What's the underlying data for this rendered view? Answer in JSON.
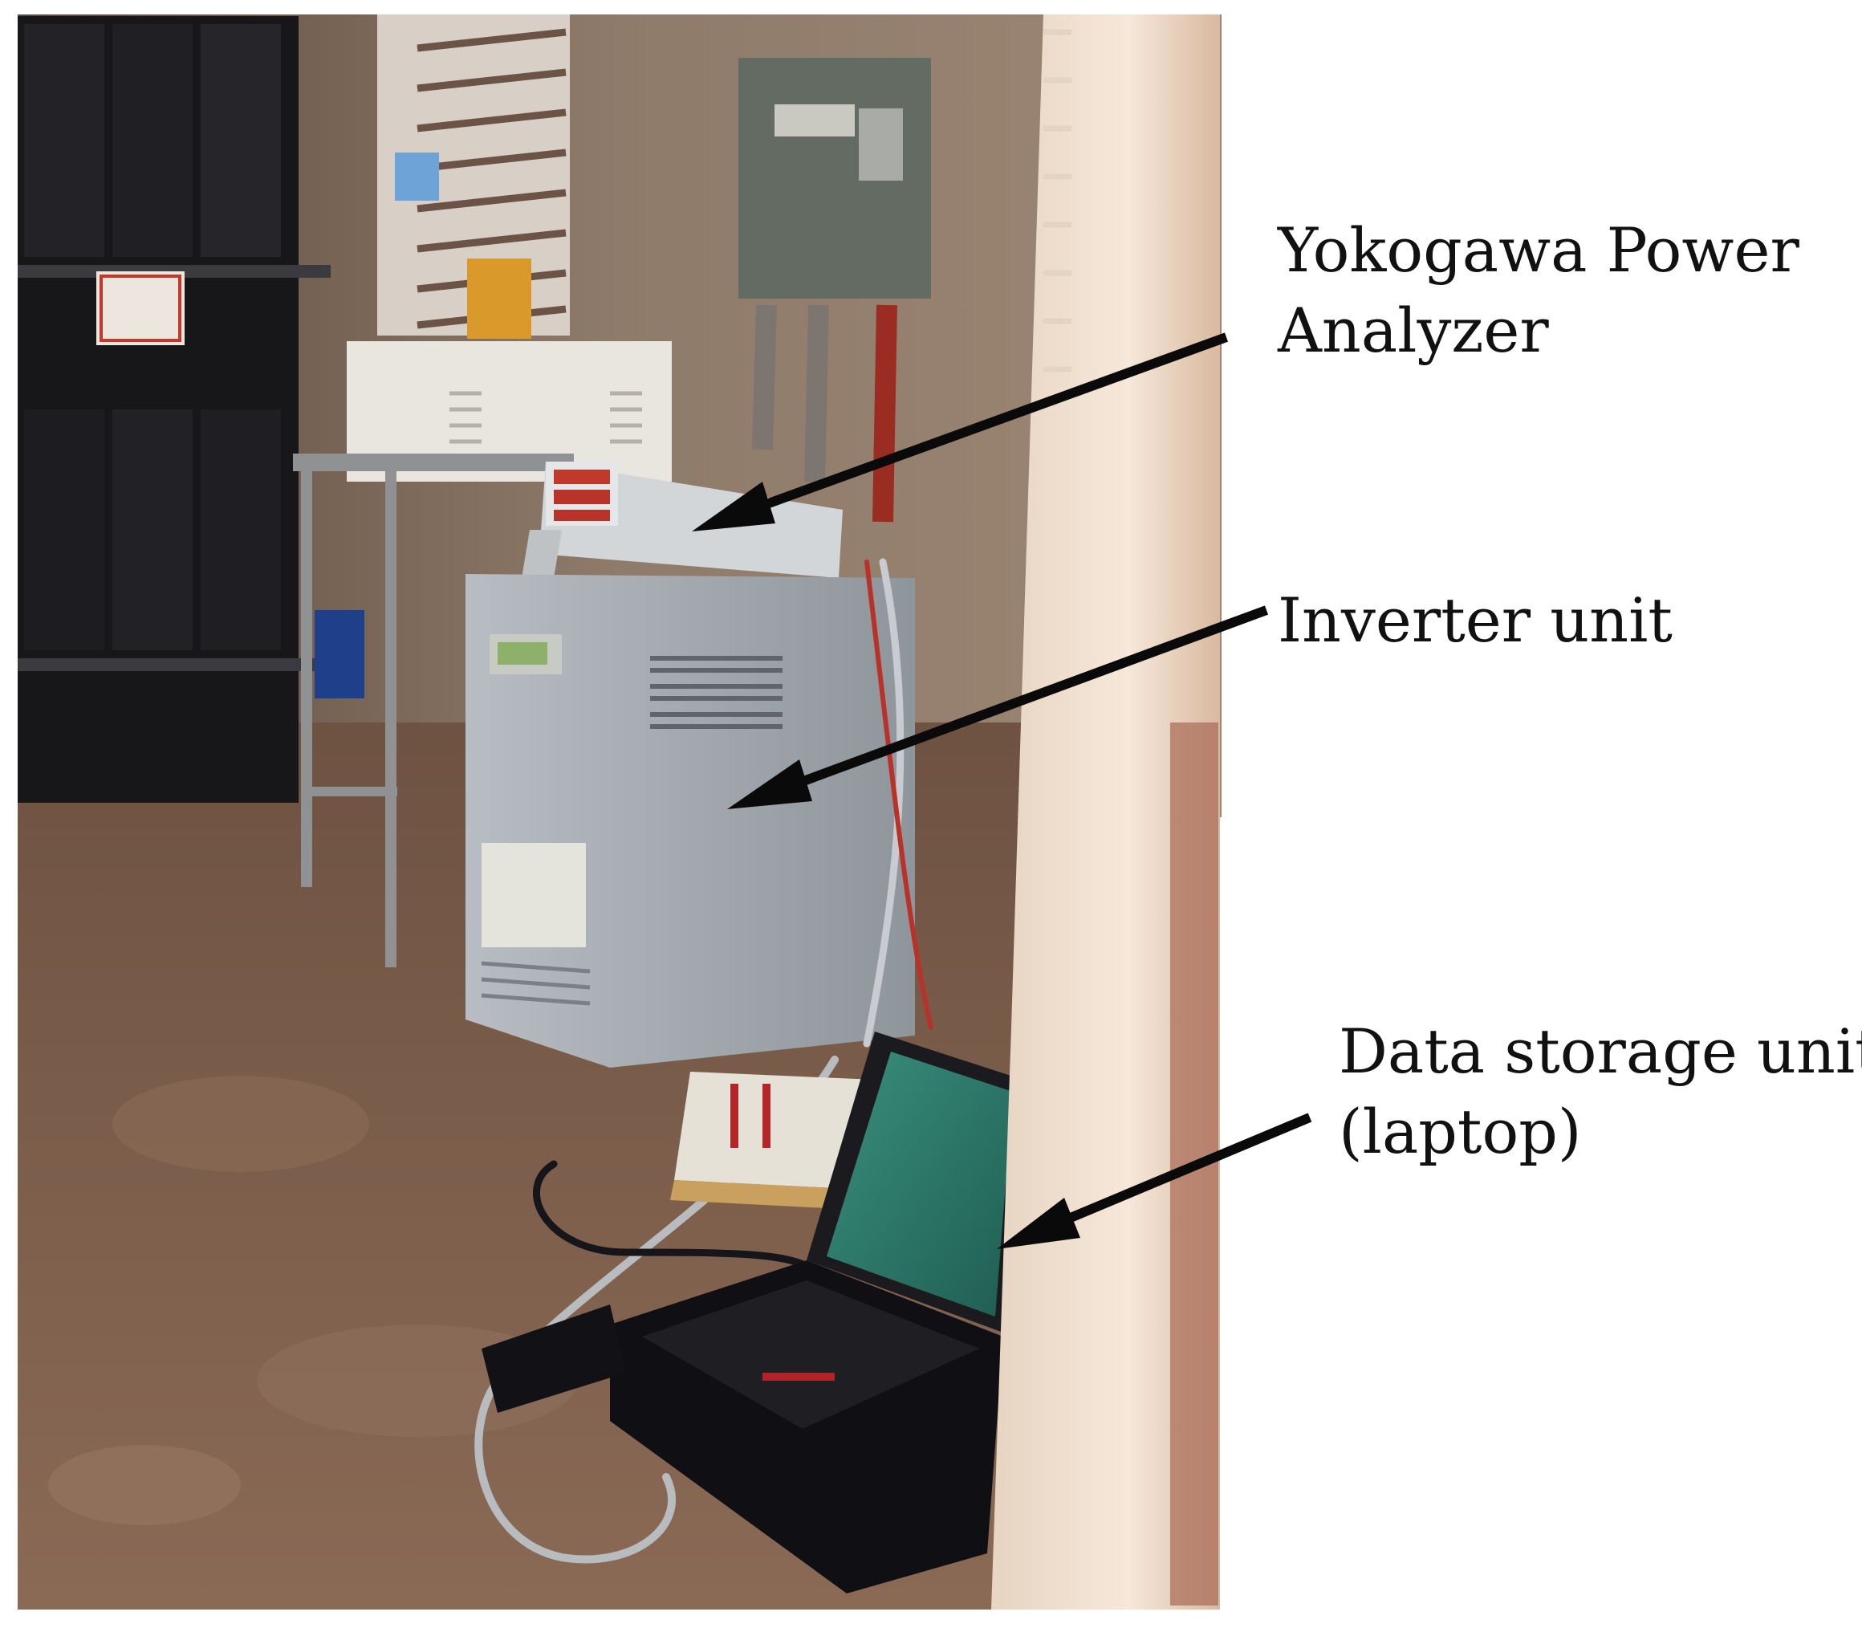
{
  "annotations": [
    {
      "id": "yokogawa",
      "lines": [
        "Yokogawa Power",
        "Analyzer"
      ]
    },
    {
      "id": "inverter",
      "lines": [
        "Inverter unit"
      ]
    },
    {
      "id": "laptop",
      "lines": [
        "Data storage unit",
        "(laptop)"
      ]
    }
  ],
  "colors": {
    "background": "#ffffff",
    "arrow": "#0a0a0a",
    "label_text": "#111111",
    "floor": "#7a5c48",
    "wall": "#8f7a68",
    "doorframe": "#f1e1cf",
    "inverter_cabinet": "#a4abb1",
    "laptop_screen": "#2f7a6a"
  }
}
